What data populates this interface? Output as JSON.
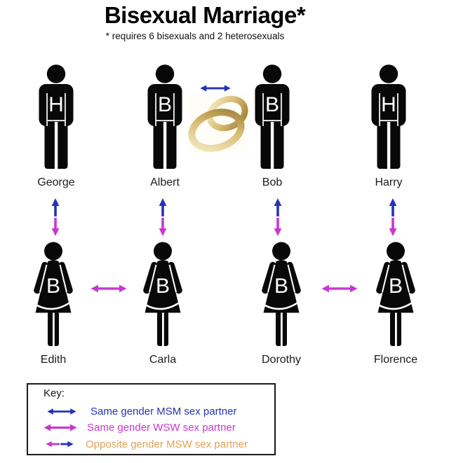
{
  "title": "Bisexual Marriage*",
  "subtitle": "* requires 6 bisexuals and 2 heterosexuals",
  "people": [
    {
      "name": "George",
      "letter": "H",
      "gender": "male",
      "icon": "male-figure"
    },
    {
      "name": "Albert",
      "letter": "B",
      "gender": "male",
      "icon": "male-figure"
    },
    {
      "name": "Bob",
      "letter": "B",
      "gender": "male",
      "icon": "male-figure"
    },
    {
      "name": "Harry",
      "letter": "H",
      "gender": "male",
      "icon": "male-figure"
    },
    {
      "name": "Edith",
      "letter": "B",
      "gender": "female",
      "icon": "female-figure"
    },
    {
      "name": "Carla",
      "letter": "B",
      "gender": "female",
      "icon": "female-figure"
    },
    {
      "name": "Dorothy",
      "letter": "B",
      "gender": "female",
      "icon": "female-figure"
    },
    {
      "name": "Florence",
      "letter": "B",
      "gender": "female",
      "icon": "female-figure"
    }
  ],
  "key": {
    "title": "Key:",
    "rows": [
      {
        "label": "Same gender MSM sex partner",
        "arrow_icon": "blue-double-arrow"
      },
      {
        "label": "Same gender WSW sex partner",
        "arrow_icon": "magenta-double-arrow"
      },
      {
        "label": "Opposite gender MSW sex partner",
        "arrow_icon": "magenta-blue-double-arrow"
      }
    ]
  },
  "icons": {
    "rings": "interlocked-wedding-rings",
    "msm_arrow": "blue-horizontal-double-arrow",
    "wsw_arrow": "magenta-horizontal-double-arrow",
    "msw_arrow": "blue-magenta-vertical-double-arrow"
  },
  "colors": {
    "msm_blue": "#2433b8",
    "wsw_magenta": "#c935d2",
    "msw_label_orange": "#e0a257",
    "figure_black": "#080808",
    "letter_white": "#ffffff",
    "key_text_black": "#141414",
    "ring_gold_light": "#f6eecb",
    "ring_gold_mid": "#d9bd72",
    "ring_gold_dark": "#9a7a33"
  }
}
